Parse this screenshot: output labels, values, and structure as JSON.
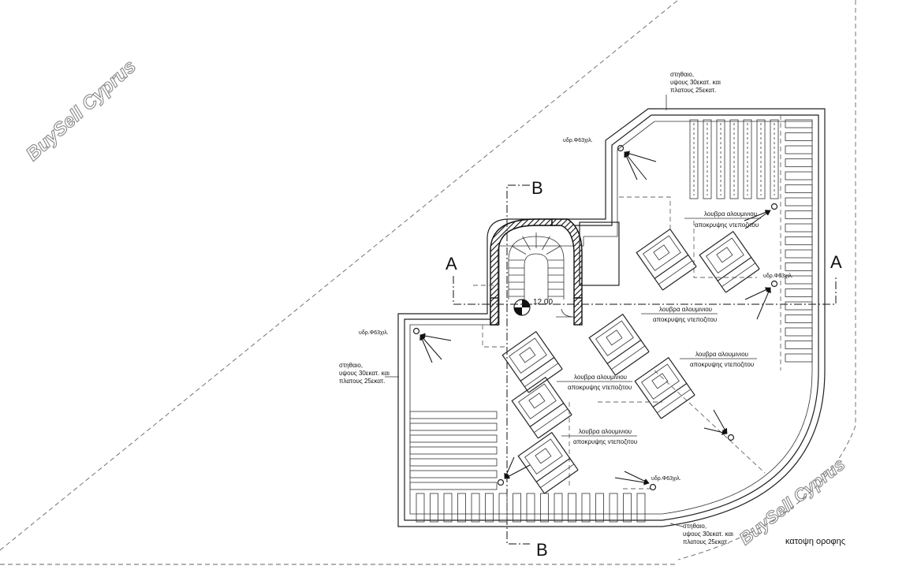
{
  "watermark": "BuySell Cyprus",
  "section_labels": {
    "a_left": "A",
    "a_right": "A",
    "b_top": "B",
    "b_bottom": "B"
  },
  "level_marker": "12.00",
  "plan_title": "κατοψη οροφης",
  "notes": {
    "wall_line1": "στηθαιο,",
    "wall_line2": "υψους 30εκατ. και",
    "wall_line3": "πλατους 25εκατ.",
    "pipe": "υδρ.Φ63χιλ.",
    "louver_line1": "λουβρα αλουμινιου",
    "louver_line2": "αποκρυψης ντεποζιτου"
  },
  "colors": {
    "line": "#222222",
    "dashed": "#666666",
    "watermark": "#8a8a8a"
  }
}
